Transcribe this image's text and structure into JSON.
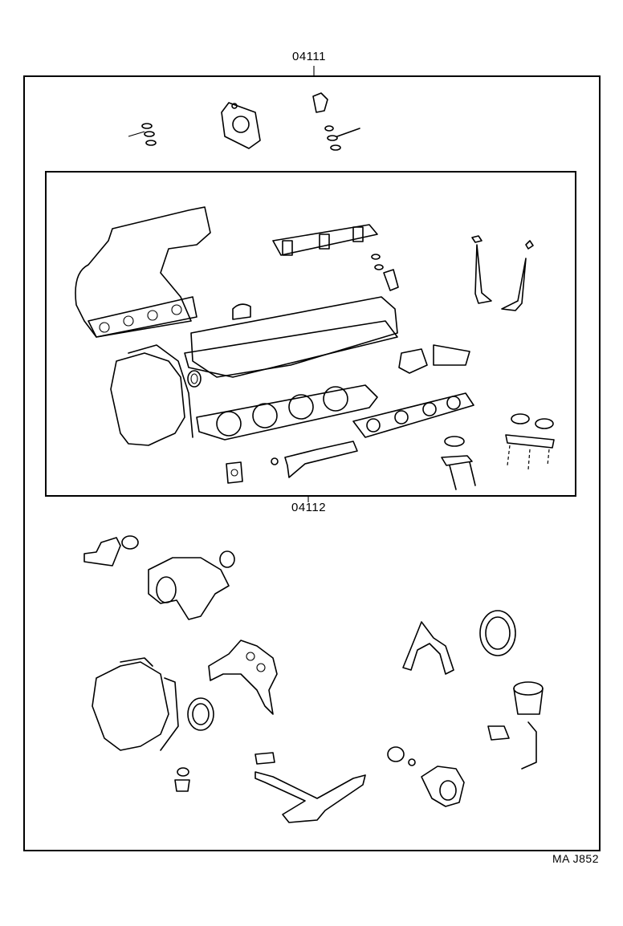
{
  "labels": {
    "outer_kit": "04111",
    "inner_kit": "04112",
    "drawing_code": "MA J852"
  },
  "colors": {
    "line": "#000000",
    "background": "#ffffff"
  }
}
